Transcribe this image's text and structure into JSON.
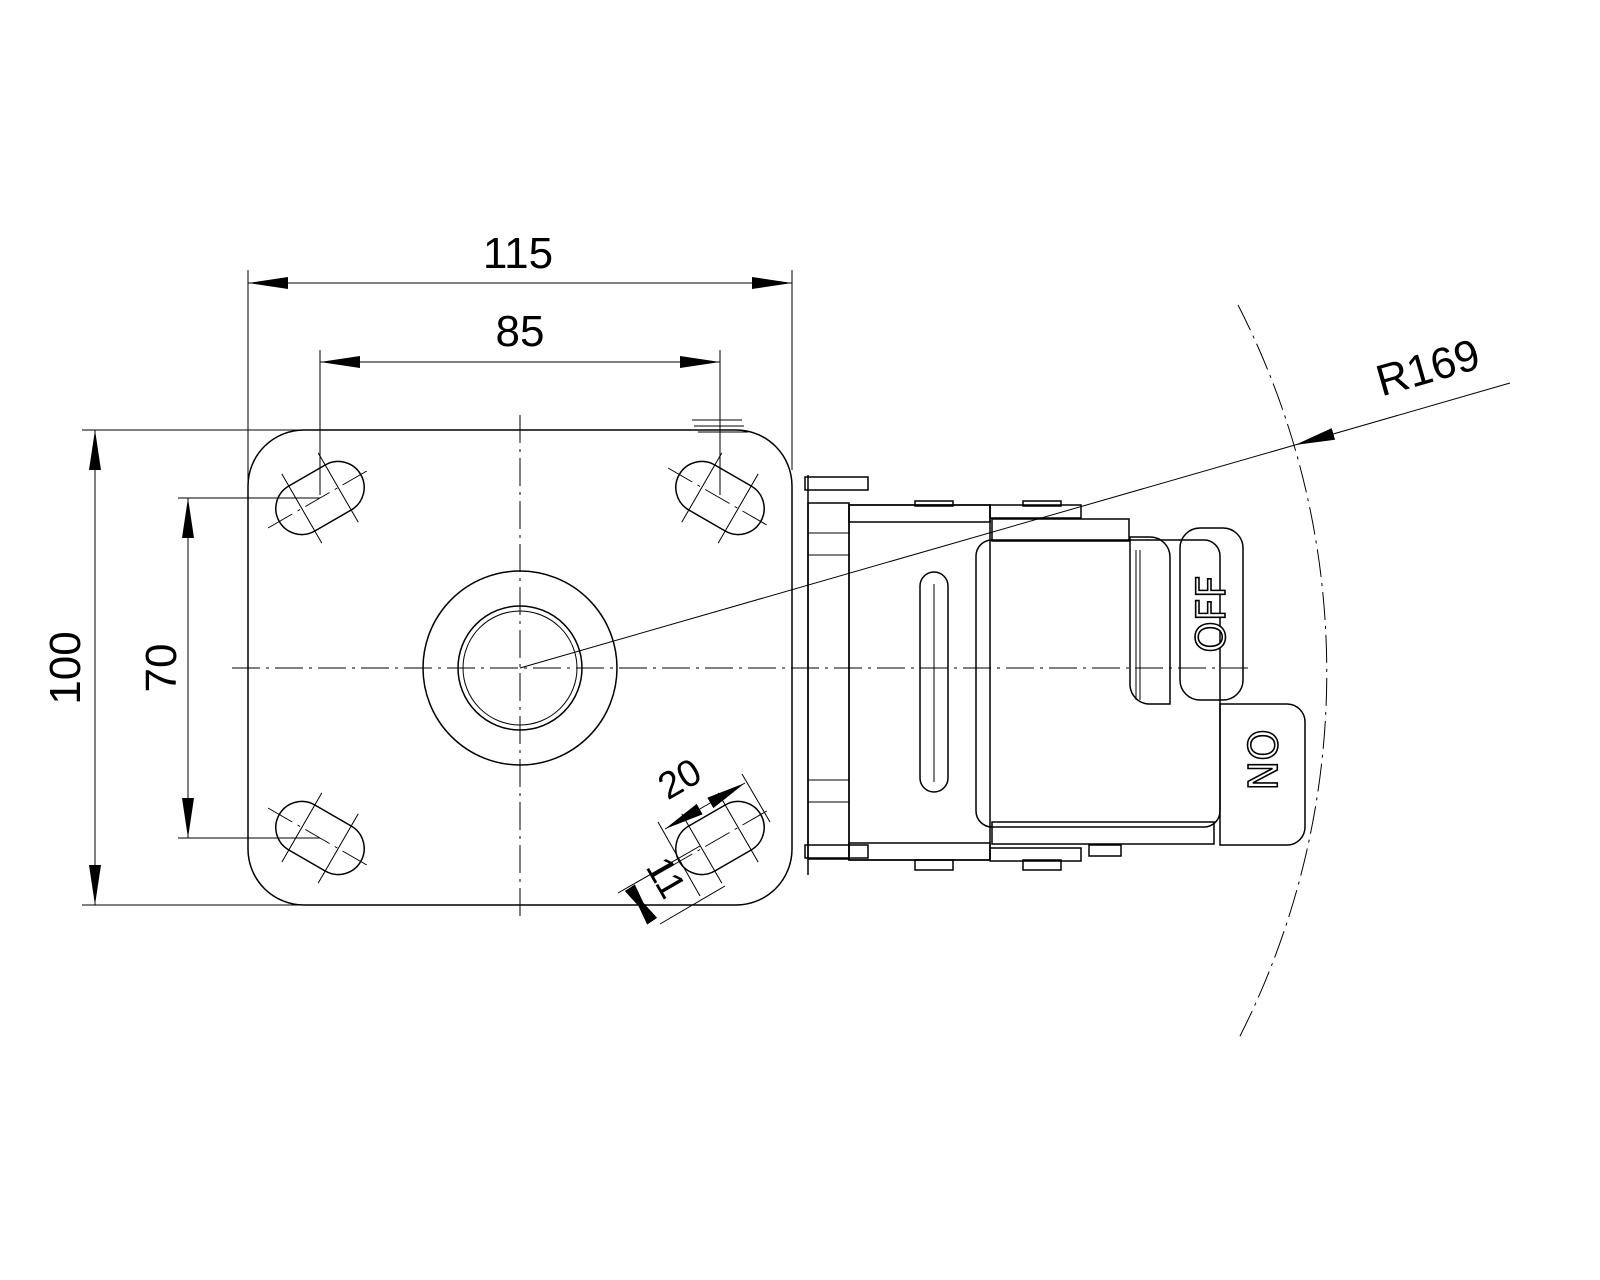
{
  "drawing": {
    "dimensions": {
      "overall_width": "115",
      "hole_spacing_x": "85",
      "overall_height": "100",
      "hole_spacing_y": "70",
      "slot_length": "20",
      "slot_width": "11",
      "swivel_radius": "R169"
    },
    "brake_labels": {
      "off": "OFF",
      "on": "ON"
    },
    "colors": {
      "line": "#000000",
      "background": "#ffffff"
    }
  }
}
